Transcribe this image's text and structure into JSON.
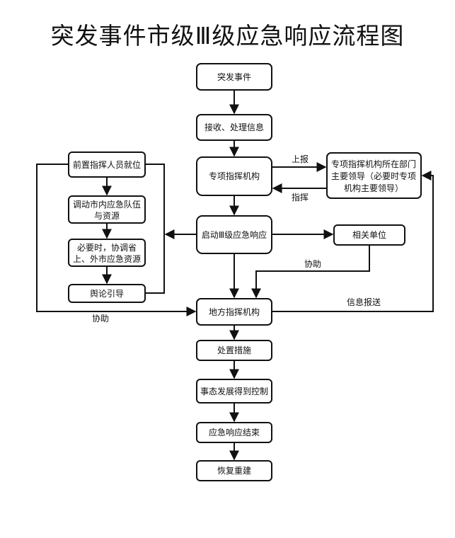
{
  "title": "突发事件市级Ⅲ级应急响应流程图",
  "nodes": {
    "n1": "突发事件",
    "n2": "接收、处理信息",
    "n3": "专项指挥机构",
    "n4": [
      "专项指挥机构所在部门",
      "主要领导（必要时专项",
      "机构主要领导）"
    ],
    "n5": "启动Ⅲ级应急响应",
    "n6": "相关单位",
    "n7": "地方指挥机构",
    "n8": "处置措施",
    "n9": "事态发展得到控制",
    "n10": "应急响应结束",
    "n11": "恢复重建",
    "left1": "前置指挥人员就位",
    "left2": [
      "调动市内应急队伍",
      "与资源"
    ],
    "left3": [
      "必要时，协调省",
      "上、外市应急资源"
    ],
    "left4": "舆论引导"
  },
  "edge_labels": {
    "report_up": "上报",
    "command": "指挥",
    "assist_right": "协助",
    "assist_left": "协助",
    "info_report": "信息报送"
  }
}
